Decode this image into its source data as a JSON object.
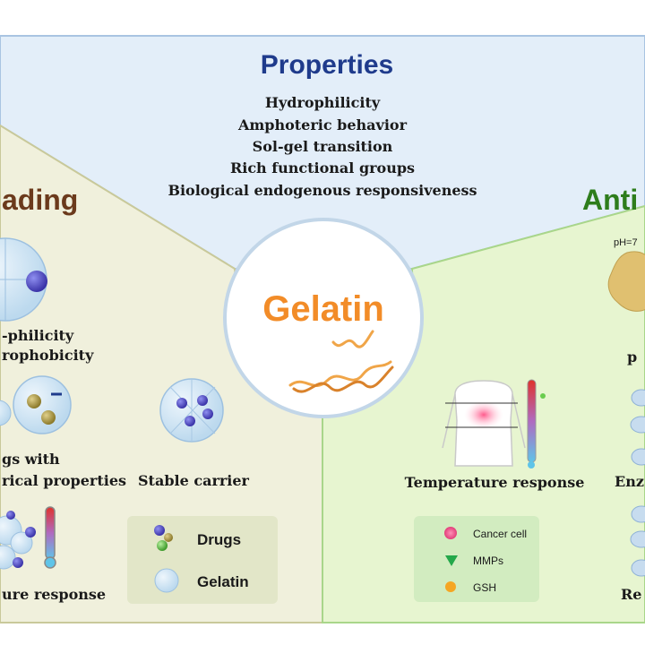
{
  "center": {
    "title": "Gelatin"
  },
  "properties": {
    "title": "Properties",
    "items": [
      "Hydrophilicity",
      "Amphoteric behavior",
      "Sol-gel transition",
      "Rich functional groups",
      "Biological endogenous responsiveness"
    ]
  },
  "loading": {
    "title": "ading",
    "hydro_label_1": "-philicity",
    "hydro_label_2": "rophobicity",
    "electric_label_1": "gs with",
    "electric_label_2": "rical properties",
    "stable_label": "Stable carrier",
    "temp_label": "ure response",
    "legend": {
      "drugs": "Drugs",
      "gelatin": "Gelatin"
    }
  },
  "anti": {
    "title": "Anti",
    "ph_label": "pH=7",
    "p_label": "p",
    "temp_label": "Temperature response",
    "enz_label": "Enz",
    "re_label": "Re",
    "legend": {
      "cancer": "Cancer cell",
      "mmps": "MMPs",
      "gsh": "GSH"
    }
  },
  "colors": {
    "properties_bg": "#e3eef9",
    "loading_bg": "#f0f0dc",
    "anti_bg": "#e7f5d0",
    "properties_title": "#1f3b8c",
    "loading_title": "#6b3a1c",
    "anti_title": "#2e7d1c",
    "gelatin_orange": "#f28c28"
  }
}
